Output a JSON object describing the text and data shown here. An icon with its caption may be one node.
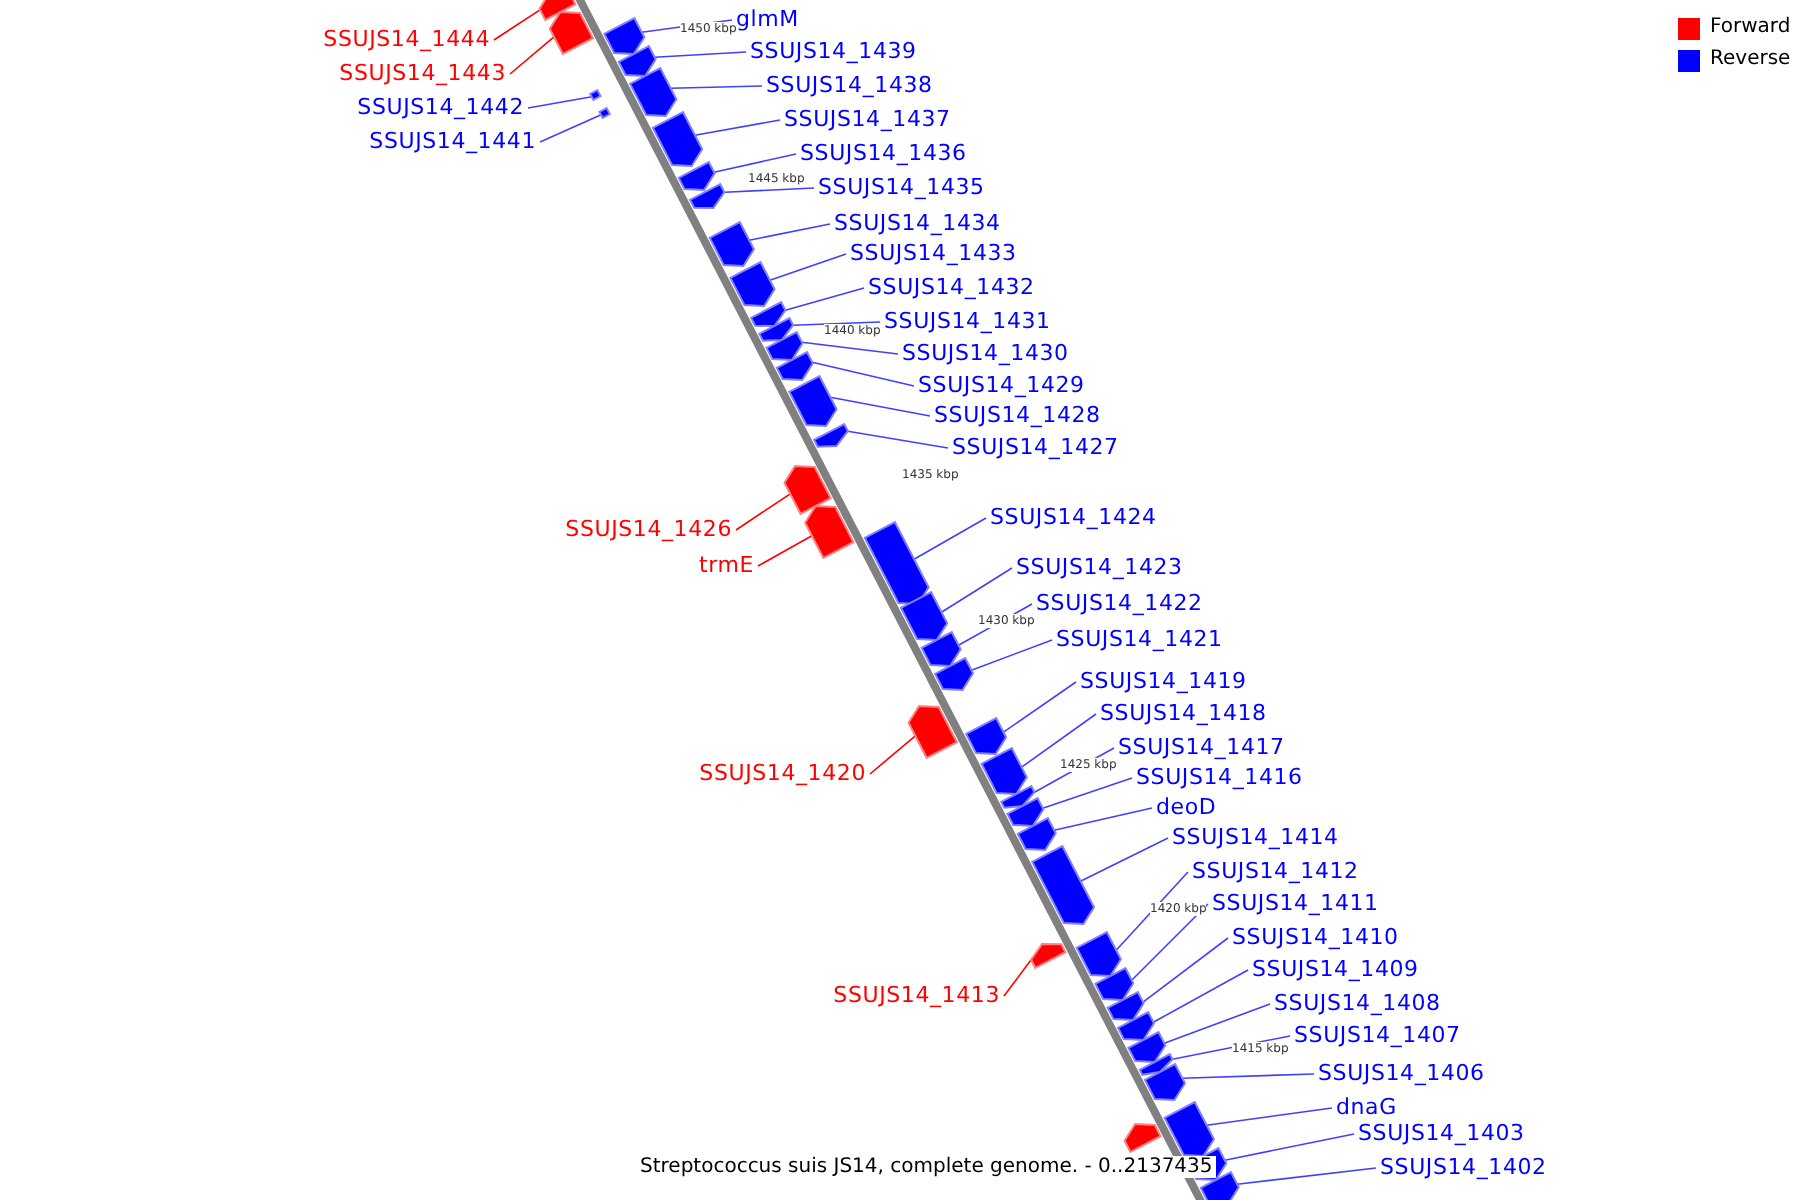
{
  "diagram": {
    "caption": "Streptococcus suis JS14, complete genome. - 0..2137435",
    "nodes": [
      {
        "text": [
          "SSUJS14_1444"
        ]
      },
      {
        "text": [],
        "shape": "arrow"
      },
      {
        "text": [
          "SSUJS14_1443"
        ]
      },
      {
        "text": [],
        "shape": "arrow"
      },
      {
        "text": [
          "glmM"
        ]
      },
      {
        "text": [],
        "shape": "arrow"
      },
      {
        "text": [
          "SSUJS14_1439"
        ]
      },
      {
        "text": [],
        "shape": "arrow"
      },
      {
        "text": [
          "SSUJS14_1442"
        ]
      },
      {
        "text": [],
        "shape": "bar"
      },
      {
        "text": [
          "SSUJS14_1438"
        ]
      },
      {
        "text": [],
        "shape": "arrow"
      },
      {
        "text": [
          "SSUJS14_1441"
        ]
      },
      {
        "text": [],
        "shape": "bar"
      },
      {
        "text": [
          "SSUJS14_1437"
        ]
      },
      {
        "text": [],
        "shape": "arrow"
      },
      {
        "text": [
          "SSUJS14_1436"
        ]
      },
      {
        "text": [],
        "shape": "arrow"
      },
      {
        "text": [
          "SSUJS14_1435"
        ]
      },
      {
        "text": [],
        "shape": "arrow"
      },
      {
        "text": [
          "SSUJS14_1434"
        ]
      },
      {
        "text": [],
        "shape": "arrow"
      },
      {
        "text": [
          "SSUJS14_1433"
        ]
      },
      {
        "text": [],
        "shape": "arrow"
      },
      {
        "text": [
          "SSUJS14_1432"
        ]
      },
      {
        "text": [],
        "shape": "arrow"
      },
      {
        "text": [
          "SSUJS14_1431"
        ]
      },
      {
        "text": [],
        "shape": "arrow"
      },
      {
        "text": [
          "SSUJS14_1430"
        ]
      },
      {
        "text": [],
        "shape": "arrow"
      },
      {
        "text": [
          "SSUJS14_1429"
        ]
      },
      {
        "text": [],
        "shape": "arrow"
      },
      {
        "text": [
          "SSUJS14_1428"
        ]
      },
      {
        "text": [],
        "shape": "arrow"
      },
      {
        "text": [
          "SSUJS14_1427"
        ]
      },
      {
        "text": [],
        "shape": "arrow"
      },
      {
        "text": [
          "SSUJS14_1426"
        ]
      },
      {
        "text": [],
        "shape": "arrow"
      },
      {
        "text": [
          "trmE"
        ]
      },
      {
        "text": [],
        "shape": "arrow"
      },
      {
        "text": [
          "SSUJS14_1424"
        ]
      },
      {
        "text": [],
        "shape": "arrow"
      },
      {
        "text": [
          "SSUJS14_1423"
        ]
      },
      {
        "text": [],
        "shape": "arrow"
      },
      {
        "text": [
          "SSUJS14_1422"
        ]
      },
      {
        "text": [],
        "shape": "arrow"
      },
      {
        "text": [
          "SSUJS14_1421"
        ]
      },
      {
        "text": [],
        "shape": "arrow"
      },
      {
        "text": [
          "SSUJS14_1420"
        ]
      },
      {
        "text": [],
        "shape": "arrow"
      },
      {
        "text": [
          "SSUJS14_1419"
        ]
      },
      {
        "text": [],
        "shape": "arrow"
      },
      {
        "text": [
          "SSUJS14_1418"
        ]
      },
      {
        "text": [],
        "shape": "arrow"
      },
      {
        "text": [
          "SSUJS14_1417"
        ]
      },
      {
        "text": [],
        "shape": "arrow"
      },
      {
        "text": [
          "SSUJS14_1416"
        ]
      },
      {
        "text": [],
        "shape": "arrow"
      },
      {
        "text": [
          "deoD"
        ]
      },
      {
        "text": [],
        "shape": "arrow"
      },
      {
        "text": [
          "SSUJS14_1414"
        ]
      },
      {
        "text": [],
        "shape": "arrow"
      },
      {
        "text": [
          "SSUJS14_1412"
        ]
      },
      {
        "text": [],
        "shape": "arrow"
      },
      {
        "text": [
          "SSUJS14_1413"
        ]
      },
      {
        "text": [],
        "shape": "arrow"
      },
      {
        "text": [
          "SSUJS14_1411"
        ]
      },
      {
        "text": [],
        "shape": "arrow"
      },
      {
        "text": [
          "SSUJS14_1410"
        ]
      },
      {
        "text": [],
        "shape": "arrow"
      },
      {
        "text": [
          "SSUJS14_1409"
        ]
      },
      {
        "text": [],
        "shape": "arrow"
      },
      {
        "text": [
          "SSUJS14_1408"
        ]
      },
      {
        "text": [],
        "shape": "arrow"
      },
      {
        "text": [
          "SSUJS14_1407"
        ]
      },
      {
        "text": [],
        "shape": "arrow"
      },
      {
        "text": [
          "SSUJS14_1406"
        ]
      },
      {
        "text": [],
        "shape": "arrow"
      },
      {
        "text": [
          "dnaG"
        ]
      },
      {
        "text": [],
        "shape": "arrow"
      },
      {
        "text": [
          "SSUJS14_1403"
        ]
      },
      {
        "text": [],
        "shape": "arrow"
      },
      {
        "text": [
          "SSUJS14_1402"
        ]
      },
      {
        "text": [],
        "shape": "arrow"
      },
      {
        "text": [],
        "shape": "arrow"
      }
    ],
    "edges": [
      {
        "from": 0,
        "to": 1,
        "arrow": "none",
        "color": "#ff0000"
      },
      {
        "from": 2,
        "to": 3,
        "arrow": "none",
        "color": "#ff0000"
      },
      {
        "from": 4,
        "to": 5,
        "arrow": "none"
      },
      {
        "from": 6,
        "to": 7,
        "arrow": "none"
      },
      {
        "from": 8,
        "to": 9,
        "arrow": "none"
      },
      {
        "from": 10,
        "to": 11,
        "arrow": "none"
      },
      {
        "from": 12,
        "to": 13,
        "arrow": "none"
      },
      {
        "from": 14,
        "to": 15,
        "arrow": "none"
      },
      {
        "from": 16,
        "to": 17,
        "arrow": "none"
      },
      {
        "from": 18,
        "to": 19,
        "arrow": "none"
      },
      {
        "from": 20,
        "to": 21,
        "arrow": "none"
      },
      {
        "from": 22,
        "to": 23,
        "arrow": "none"
      },
      {
        "from": 24,
        "to": 25,
        "arrow": "none"
      },
      {
        "from": 26,
        "to": 27,
        "arrow": "none"
      },
      {
        "from": 28,
        "to": 29,
        "arrow": "none"
      },
      {
        "from": 30,
        "to": 31,
        "arrow": "none"
      },
      {
        "from": 32,
        "to": 33,
        "arrow": "none"
      },
      {
        "from": 34,
        "to": 35,
        "arrow": "none"
      },
      {
        "from": 36,
        "to": 37,
        "arrow": "none",
        "color": "#ff0000"
      },
      {
        "from": 38,
        "to": 39,
        "arrow": "none",
        "color": "#ff0000"
      },
      {
        "from": 40,
        "to": 41,
        "arrow": "none"
      },
      {
        "from": 42,
        "to": 43,
        "arrow": "none"
      },
      {
        "from": 44,
        "to": 45,
        "arrow": "none"
      },
      {
        "from": 46,
        "to": 47,
        "arrow": "none"
      },
      {
        "from": 48,
        "to": 49,
        "arrow": "none",
        "color": "#ff0000"
      },
      {
        "from": 50,
        "to": 51,
        "arrow": "none"
      },
      {
        "from": 52,
        "to": 53,
        "arrow": "none"
      },
      {
        "from": 54,
        "to": 55,
        "arrow": "none"
      },
      {
        "from": 56,
        "to": 57,
        "arrow": "none"
      },
      {
        "from": 58,
        "to": 59,
        "arrow": "none"
      },
      {
        "from": 60,
        "to": 61,
        "arrow": "none"
      },
      {
        "from": 62,
        "to": 63,
        "arrow": "none"
      },
      {
        "from": 64,
        "to": 65,
        "arrow": "none",
        "color": "#ff0000"
      },
      {
        "from": 66,
        "to": 67,
        "arrow": "none"
      },
      {
        "from": 68,
        "to": 69,
        "arrow": "none"
      },
      {
        "from": 70,
        "to": 71,
        "arrow": "none"
      },
      {
        "from": 72,
        "to": 73,
        "arrow": "none"
      },
      {
        "from": 74,
        "to": 75,
        "arrow": "none"
      },
      {
        "from": 76,
        "to": 77,
        "arrow": "none"
      },
      {
        "from": 78,
        "to": 79,
        "arrow": "none"
      },
      {
        "from": 80,
        "to": 81,
        "arrow": "none"
      },
      {
        "from": 82,
        "to": 83,
        "arrow": "none"
      }
    ],
    "labels": [
      "1450 kbp",
      "1445 kbp",
      "1440 kbp",
      "1435 kbp",
      "1430 kbp",
      "1425 kbp",
      "1420 kbp",
      "1415 kbp"
    ],
    "legend": [
      {
        "text": "Forward",
        "color": "#ff0000"
      },
      {
        "text": "Reverse",
        "color": "#0000ff"
      }
    ]
  }
}
